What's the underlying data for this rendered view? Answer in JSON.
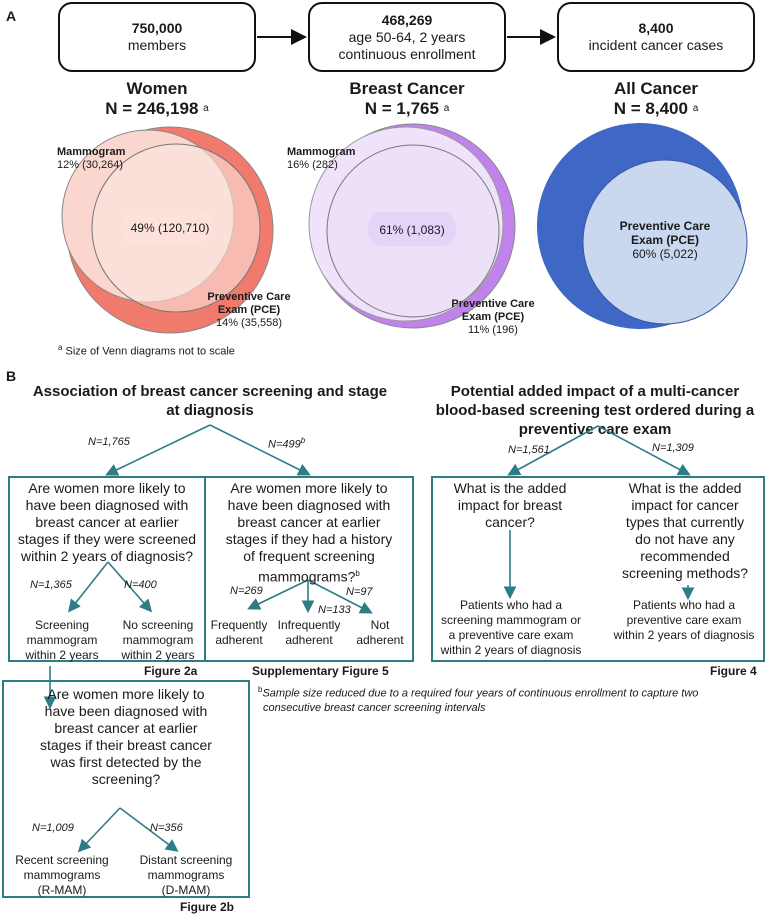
{
  "panel_a": {
    "letter": "A",
    "flow": [
      {
        "value": "750,000",
        "text1": "members",
        "text2": ""
      },
      {
        "value": "468,269",
        "text1": "age 50-64, 2 years",
        "text2": "continuous enrollment"
      },
      {
        "value": "8,400",
        "text1": "incident cancer cases",
        "text2": ""
      }
    ],
    "venns": [
      {
        "title": "Women",
        "n_label": "N = 246,198",
        "sup": "a",
        "mammo_label": "Mammogram",
        "mammo_value": "12% (30,264)",
        "overlap_value": "49% (120,710)",
        "pce_label1": "Preventive Care",
        "pce_label2": "Exam (PCE)",
        "pce_value": "14% (35,558)",
        "colors": {
          "outer": "#f07a6c",
          "mammo": "#fbd6cf",
          "pce": "#fce6e1",
          "overlap": "#fde1db"
        }
      },
      {
        "title": "Breast Cancer",
        "n_label": "N = 1,765",
        "sup": "a",
        "mammo_label": "Mammogram",
        "mammo_value": "16% (282)",
        "overlap_value": "61% (1,083)",
        "pce_label1": "Preventive Care",
        "pce_label2": "Exam (PCE)",
        "pce_value": "11% (196)",
        "colors": {
          "outer": "#c083ec",
          "mammo": "#efe3fb",
          "pce": "#ece0fa",
          "overlap": "#e4d4f8"
        }
      },
      {
        "title": "All Cancer",
        "n_label": "N = 8,400",
        "sup": "a",
        "pce_label1": "Preventive Care",
        "pce_label2": "Exam (PCE)",
        "pce_value": "60% (5,022)",
        "colors": {
          "outer": "#3f67c6",
          "pce": "#c9d7ef"
        }
      }
    ],
    "note_sup": "a",
    "note": "Size of Venn diagrams not to scale"
  },
  "panel_b": {
    "letter": "B",
    "left_title1": "Association of breast cancer screening and stage",
    "left_title2": "at diagnosis",
    "left_n1": "N=1,765",
    "left_n2": "N=499",
    "left_n2_sup": "b",
    "q1": [
      "Are women more likely to",
      "have been diagnosed with",
      "breast cancer at earlier",
      "stages if they were screened",
      "within 2 years of diagnosis?"
    ],
    "q1_n1": "N=1,365",
    "q1_n2": "N=400",
    "q1_leaf1": [
      "Screening",
      "mammogram",
      "within 2 years"
    ],
    "q1_leaf2": [
      "No screening",
      "mammogram",
      "within 2 years"
    ],
    "fig2a": "Figure 2a",
    "q2": [
      "Are women more likely to",
      "have been diagnosed with",
      "breast cancer at earlier",
      "stages if they had a history",
      "of frequent screening",
      "mammograms?"
    ],
    "q2_sup": "b",
    "q2_n1": "N=269",
    "q2_n2": "N=133",
    "q2_n3": "N=97",
    "q2_leaf1": [
      "Frequently",
      "adherent"
    ],
    "q2_leaf2": [
      "Infrequently",
      "adherent"
    ],
    "q2_leaf3": [
      "Not",
      "adherent"
    ],
    "supfig5": "Supplementary Figure 5",
    "q3": [
      "Are women more likely to",
      "have been diagnosed with",
      "breast cancer at earlier",
      "stages if their breast cancer",
      "was first detected by the",
      "screening?"
    ],
    "q3_n1": "N=1,009",
    "q3_n2": "N=356",
    "q3_leaf1": [
      "Recent screening",
      "mammograms",
      "(R-MAM)"
    ],
    "q3_leaf2": [
      "Distant screening",
      "mammograms",
      "(D-MAM)"
    ],
    "fig2b": "Figure 2b",
    "right_title": [
      "Potential added impact of a multi-cancer",
      "blood-based screening test ordered during a",
      "preventive care exam"
    ],
    "right_n1": "N=1,561",
    "right_n2": "N=1,309",
    "q4": [
      "What is the added",
      "impact for breast",
      "cancer?"
    ],
    "q5": [
      "What is the added",
      "impact for cancer",
      "types that currently",
      "do not have any",
      "recommended",
      "screening methods?"
    ],
    "q4_leaf": [
      "Patients who had a",
      "screening mammogram or",
      "a preventive care exam",
      "within 2 years of diagnosis"
    ],
    "q5_leaf": [
      "Patients who had a",
      "preventive care exam",
      "within 2 years of diagnosis"
    ],
    "fig4": "Figure 4",
    "footnote_sup": "b",
    "footnote1": "Sample size reduced due to a required four years of continuous enrollment to capture two",
    "footnote2": "consecutive breast cancer screening intervals",
    "colors": {
      "teal": "#2e7d86"
    }
  }
}
